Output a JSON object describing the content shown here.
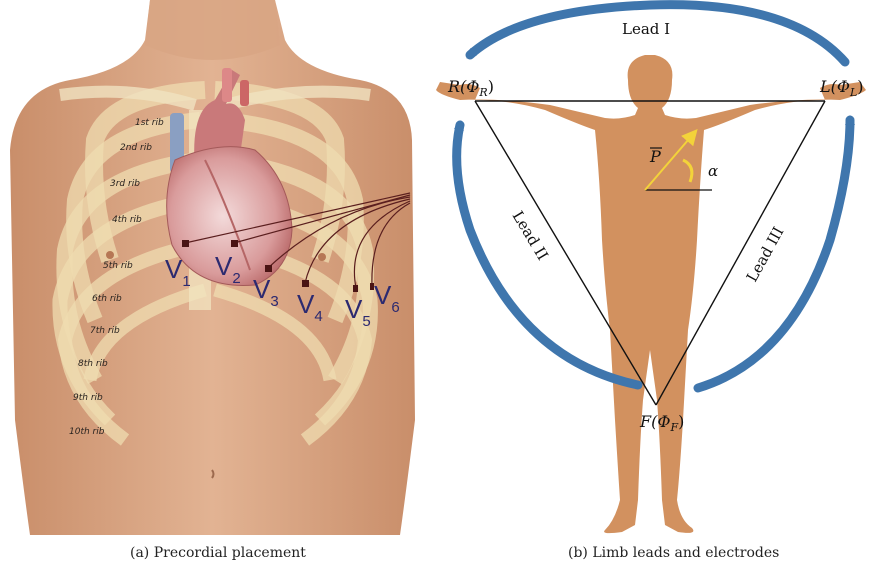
{
  "left_panel": {
    "caption": "(a)  Precordial placement",
    "ribs": [
      "1st rib",
      "2nd rib",
      "3rd rib",
      "4th rib",
      "5th rib",
      "6th rib",
      "7th rib",
      "8th rib",
      "9th rib",
      "10th rib"
    ],
    "leads": [
      {
        "main": "V",
        "sub": "1"
      },
      {
        "main": "V",
        "sub": "2"
      },
      {
        "main": "V",
        "sub": "3"
      },
      {
        "main": "V",
        "sub": "4"
      },
      {
        "main": "V",
        "sub": "5"
      },
      {
        "main": "V",
        "sub": "6"
      }
    ],
    "colors": {
      "skin": "#d6a07c",
      "electrode": "#4a1414",
      "lead_text": "#2c2a70"
    }
  },
  "right_panel": {
    "caption": "(b)  Limb leads and electrodes",
    "lead_I": "Lead I",
    "lead_II": "Lead II",
    "lead_III": "Lead III",
    "electrode_R": {
      "main": "R(Φ",
      "sub": "R",
      "close": ")"
    },
    "electrode_L": {
      "main": "L(Φ",
      "sub": "L",
      "close": ")"
    },
    "electrode_F": {
      "main": "F(Φ",
      "sub": "F",
      "close": ")"
    },
    "vector_label": "P",
    "angle_label": "α",
    "colors": {
      "body": "#d2915f",
      "arrow": "#3f76ad",
      "vector": "#f3d33a"
    }
  }
}
